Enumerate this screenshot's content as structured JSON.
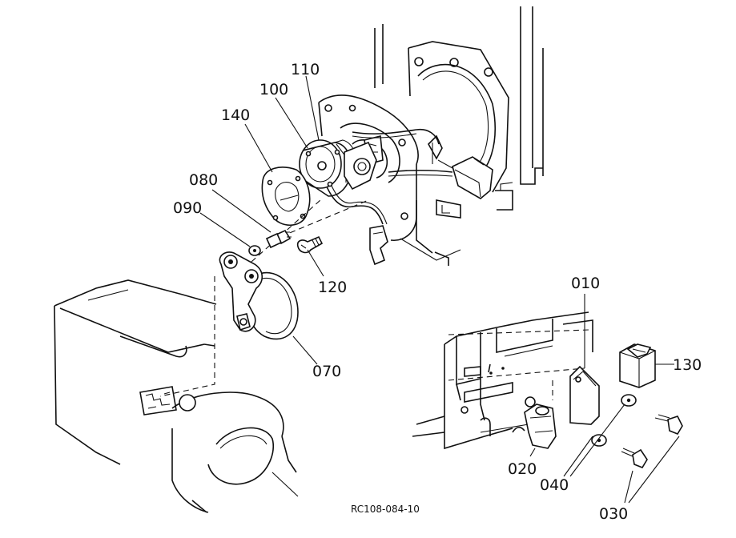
{
  "diagram": {
    "drawing_code": "RC108-084-10",
    "part_labels": {
      "p010": "010",
      "p020": "020",
      "p030": "030",
      "p040": "040",
      "p070": "070",
      "p080": "080",
      "p090": "090",
      "p100": "100",
      "p110": "110",
      "p120": "120",
      "p130": "130",
      "p140": "140"
    }
  }
}
